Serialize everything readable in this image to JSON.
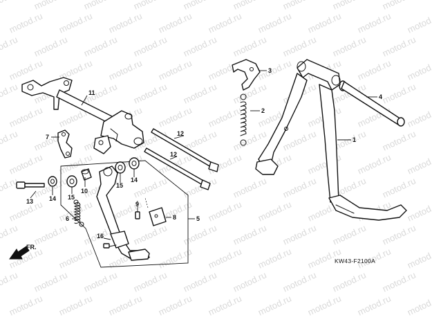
{
  "watermark_text": "motod.ru",
  "diagram_code": "KW43-F2100A",
  "front_label": "FR.",
  "callouts": {
    "c1": "1",
    "c2": "2",
    "c3": "3",
    "c4": "4",
    "c5": "5",
    "c6": "6",
    "c7": "7",
    "c8": "8",
    "c9": "9",
    "c10": "10",
    "c11": "11",
    "c12a": "12",
    "c12b": "12",
    "c13": "13",
    "c14a": "14",
    "c14b": "14",
    "c15a": "15",
    "c15b": "15",
    "c16": "16"
  },
  "icons": {
    "front_arrow": "arrow-left-down-icon"
  }
}
